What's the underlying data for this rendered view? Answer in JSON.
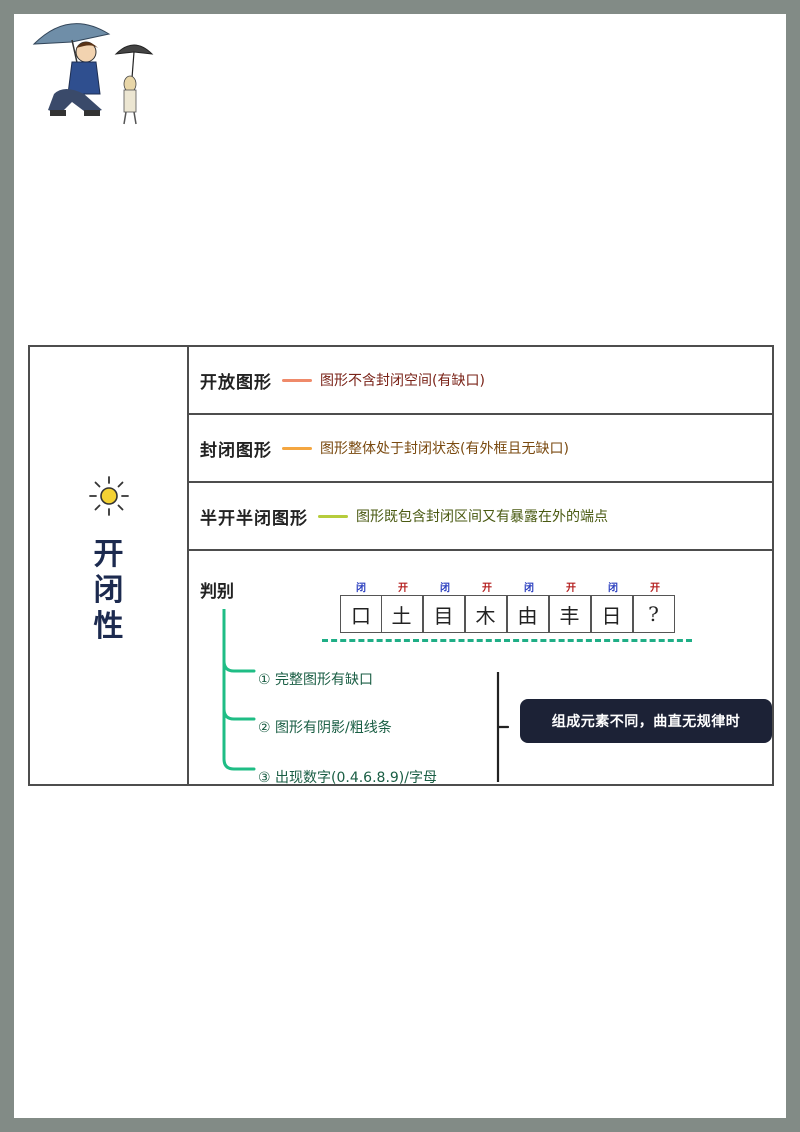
{
  "title_chars": [
    "开",
    "闭",
    "性"
  ],
  "rows": [
    {
      "term": "开放图形",
      "desc": "图形不含封闭空间(有缺口)",
      "dash_color": "#ef8a6a",
      "text_color": "#7a2318"
    },
    {
      "term": "封闭图形",
      "desc": "图形整体处于封闭状态(有外框且无缺口)",
      "dash_color": "#f4a640",
      "text_color": "#7a4a10"
    },
    {
      "term": "半开半闭图形",
      "desc": "图形既包含封闭区间又有暴露在外的端点",
      "dash_color": "#b6cc3c",
      "text_color": "#4a5a12"
    }
  ],
  "judge": {
    "label": "判别",
    "cells": [
      {
        "tag": "闭",
        "char": "口",
        "tag_color": "#2b3fbf"
      },
      {
        "tag": "开",
        "char": "土",
        "tag_color": "#b52020"
      },
      {
        "tag": "闭",
        "char": "目",
        "tag_color": "#2b3fbf"
      },
      {
        "tag": "开",
        "char": "木",
        "tag_color": "#b52020"
      },
      {
        "tag": "闭",
        "char": "由",
        "tag_color": "#2b3fbf"
      },
      {
        "tag": "开",
        "char": "丰",
        "tag_color": "#b52020"
      },
      {
        "tag": "闭",
        "char": "日",
        "tag_color": "#2b3fbf"
      },
      {
        "tag": "开",
        "char": "?",
        "tag_color": "#b52020"
      }
    ],
    "criteria": [
      "① 完整图形有缺口",
      "② 图形有阴影/粗线条",
      "③ 出现数字(0.4.6.8.9)/字母"
    ],
    "summary": "组成元素不同，曲直无规律时"
  },
  "colors": {
    "border": "#4d4d4d",
    "teal": "#1fae86",
    "summary_bg": "#1c2236"
  }
}
